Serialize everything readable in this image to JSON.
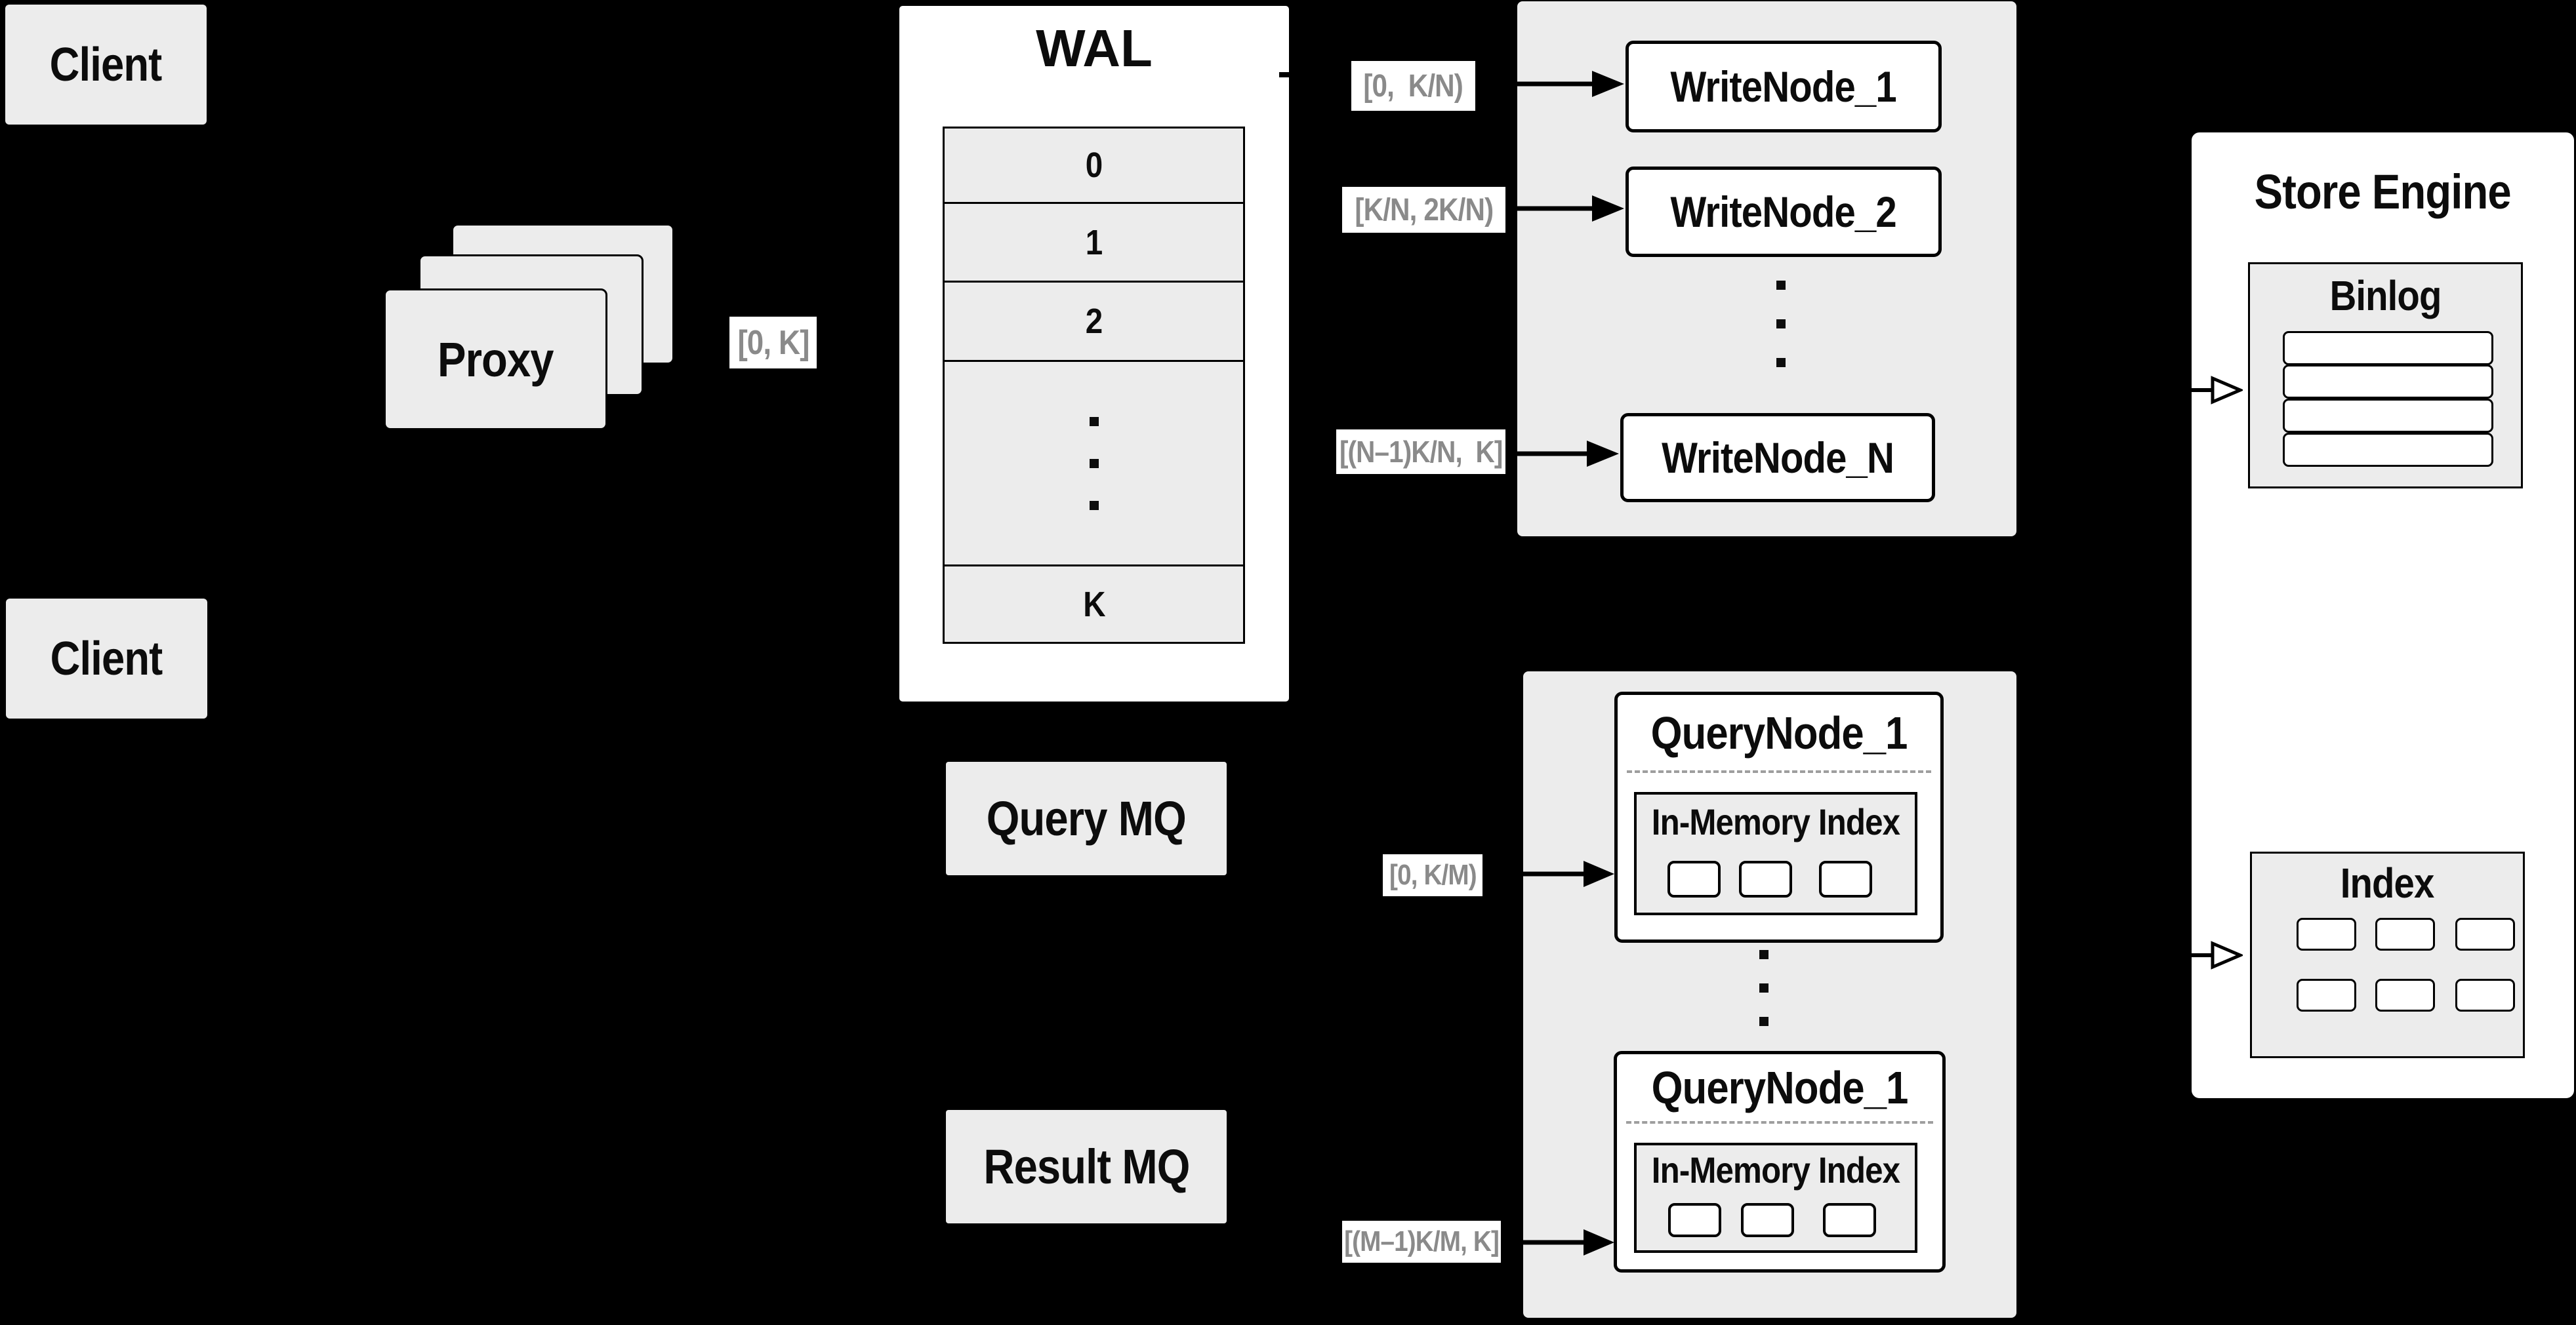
{
  "diagram": {
    "title": "Distributed vector database write/query architecture",
    "colors": {
      "background": "#000000",
      "box_gray": "#ececec",
      "box_white": "#ffffff",
      "border_black": "#000000",
      "range_label_text": "#8a8a8a",
      "dashed_divider": "#9e9e9e"
    },
    "clients": {
      "labels": [
        "Client",
        "Client"
      ]
    },
    "proxy": {
      "label": "Proxy",
      "range_label": "[0, K]"
    },
    "wal": {
      "title": "WAL",
      "segments": [
        "0",
        "1",
        "2"
      ],
      "last_segment": "K"
    },
    "write_nodes": {
      "nodes": [
        "WriteNode_1",
        "WriteNode_2",
        "WriteNode_N"
      ],
      "range_labels": [
        "[0,  K/N)",
        "[K/N, 2K/N)",
        "[(N–1)K/N,  K]"
      ]
    },
    "store_engine": {
      "title": "Store Engine",
      "binlog_title": "Binlog",
      "index_title": "Index"
    },
    "mq": {
      "query_label": "Query MQ",
      "result_label": "Result MQ"
    },
    "query_nodes": {
      "nodes": [
        {
          "title": "QueryNode_1",
          "index_title": "In-Memory Index"
        },
        {
          "title": "QueryNode_1",
          "index_title": "In-Memory Index"
        }
      ],
      "range_labels": [
        "[0, K/M)",
        "[(M–1)K/M, K]"
      ]
    }
  }
}
